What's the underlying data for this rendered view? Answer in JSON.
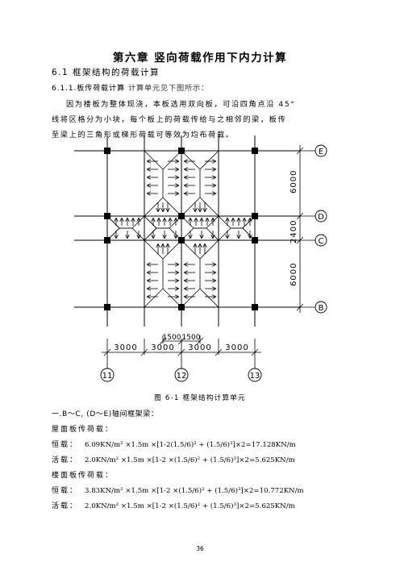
{
  "chapter_title": "第六章  竖向荷载作用下内力计算",
  "section_6_1": "6.1 框架结构的荷载计算",
  "section_6_1_1": "6.1.1.板传荷载计算",
  "section_6_1_1_sub": "计算单元见下图所示：",
  "paragraph_lines": [
    "因为楼板为整体现浇，本板选用双向板，可沿四角点沿 45°",
    "线将区格分为小块，每个板上的荷载传给与之相邻的梁，板传",
    "至梁上的三角形或梯形荷载可等效为均布荷载。"
  ],
  "figure": {
    "axis_labels_right": [
      "E",
      "D",
      "C",
      "B"
    ],
    "span_labels_vertical": [
      "6000",
      "2400",
      "6000"
    ],
    "axis_labels_bottom": [
      "11",
      "12",
      "13"
    ],
    "span_labels_bottom": [
      "3000",
      "3000",
      "3000",
      "3000"
    ],
    "small_dims": [
      "1500",
      "1500"
    ],
    "caption": "图 6-1 框架结构计算单元"
  },
  "subsection_1": "一.B～C, (D～E)轴间框架梁：",
  "roof_title": "屋面板传荷载：",
  "roof_dead_label": "恒载：",
  "roof_dead_formula": "6.09KN/m² ×1.5m ×[1-2(1.5/6)² + (1.5/6)³]×2=17.128KN/m",
  "roof_live_label": "活载：",
  "roof_live_formula": "2.0KN/m² ×1.5m ×[1-2 ×(1.5/6)² + (1.5/6)³]×2=5.625KN/m",
  "floor_title": "楼面板传荷载：",
  "floor_dead_label": "恒载：",
  "floor_dead_formula": "3.83KN/m² ×1.5m ×[1-2 ×(1.5/6)² + (1.5/6)³]×2=10.772KN/m",
  "floor_live_label": "活载：",
  "floor_live_formula": "2.0KN/m² ×1.5m ×[1-2 ×(1.5/6)² + (1.5/6)³]×2=5.625KN/m",
  "page_number": "36"
}
